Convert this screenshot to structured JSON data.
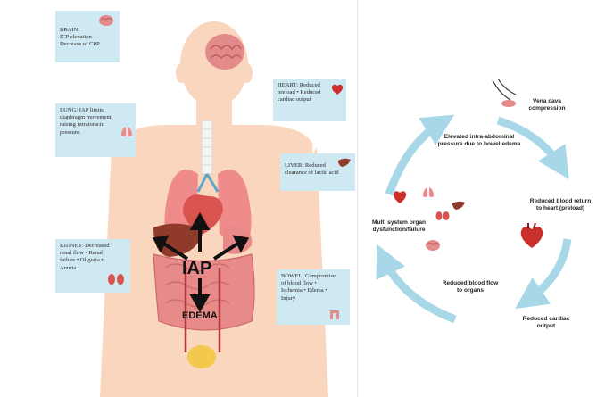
{
  "colors": {
    "skin": "#f9d6bd",
    "box": "#cfe9f2",
    "arrow": "#a8d8e8",
    "organ_red": "#d9534f",
    "lung": "#f08b8b",
    "bowel": "#e88a8a",
    "liver": "#8f3a2a",
    "bladder": "#f2c94c"
  },
  "left_panel": {
    "boxes": {
      "brain": {
        "text": "BRAIN:\nICP elevation\nDecrease of CPP",
        "icon": "brain-icon"
      },
      "lung": {
        "text": "LUNG: IAP limits\ndiaphragm movement,\nraising intratoracic\npressure.",
        "icon": "lungs-icon"
      },
      "kidney": {
        "text": "KIDNEY: Decreased\nrenal flow • Renal\nfailure • Oliguria •\nAnuria",
        "icon": "kidneys-icon"
      },
      "heart": {
        "text": "HEART: Reduced\npreload • Reduced\ncardiac output",
        "icon": "heart-icon"
      },
      "liver": {
        "text": "LIVER: Reduced\nclearance of lactic acid",
        "icon": "liver-icon"
      },
      "bowel": {
        "text": "BOWEL: Compromise\nof blood flow •\nIschemia • Edema •\nInjury",
        "icon": "bowel-icon"
      }
    },
    "iap_label": "IAP",
    "edema_label": "EDEMA"
  },
  "cycle": {
    "steps": {
      "vena_cava": "Vena cava\ncompression",
      "elevated": "Elevated intra-abdominal\npressure due to bowel edema",
      "reduced_return": "Reduced blood return\nto heart (preload)",
      "reduced_output": "Reduced cardiac\noutput",
      "reduced_flow": "Reduced blood flow\nto organs",
      "multi_system": "Multi system organ\ndysfunction/failure"
    },
    "icons": [
      "vena-cava-icon",
      "heart-icon",
      "lungs-icon",
      "kidneys-icon",
      "brain-icon",
      "liver-icon",
      "heart-icon"
    ]
  }
}
